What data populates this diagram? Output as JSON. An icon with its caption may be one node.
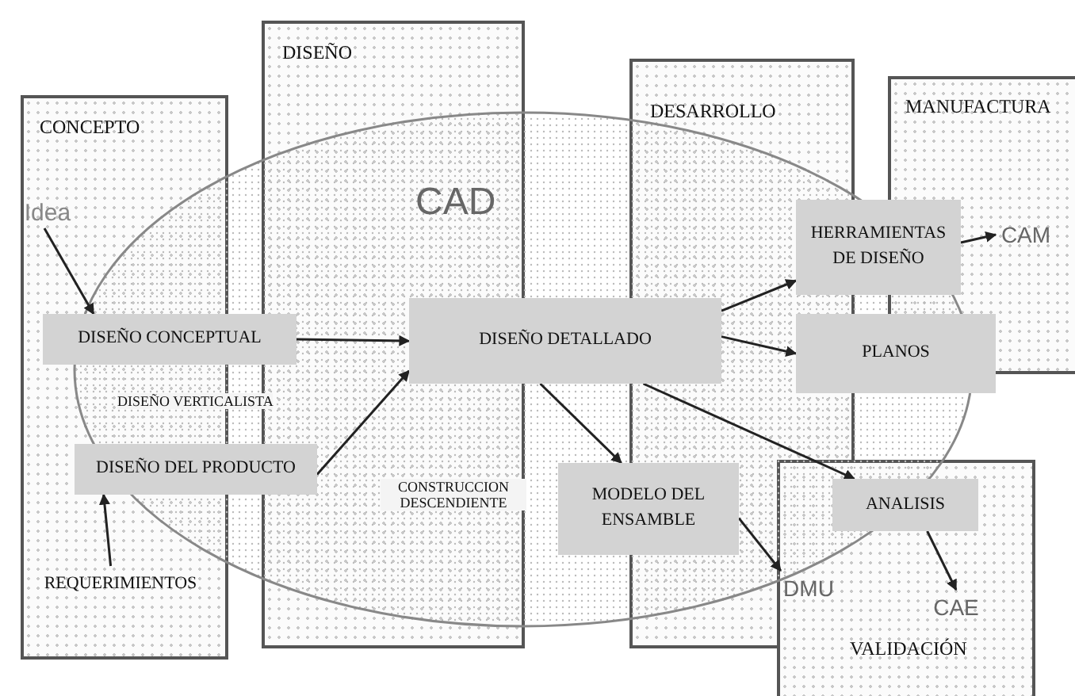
{
  "diagram": {
    "nodes": [
      {
        "text": [
          "Idea"
        ]
      },
      {
        "text": [
          "DISEÑO CONCEPTUAL"
        ]
      },
      {
        "text": [
          "DISEÑO DETALLADO"
        ]
      },
      {
        "text": [
          "DISEÑO DEL PRODUCTO"
        ]
      },
      {
        "text": [
          "REQUERIMIENTOS"
        ]
      },
      {
        "text": [
          "HERRAMIENTAS DE DISEÑO"
        ]
      },
      {
        "text": [
          "CAM"
        ]
      },
      {
        "text": [
          "PLANOS"
        ]
      },
      {
        "text": [
          "MODELO DEL ENSAMBLE"
        ]
      },
      {
        "text": [
          "DMU"
        ]
      },
      {
        "text": [
          "ANALISIS"
        ]
      },
      {
        "text": [
          "CAE"
        ]
      }
    ],
    "edges": [
      {
        "from": 0,
        "to": 1,
        "arrow": "to"
      },
      {
        "from": 4,
        "to": 3,
        "arrow": "to"
      },
      {
        "from": 1,
        "to": 2,
        "arrow": "to"
      },
      {
        "from": 3,
        "to": 2,
        "arrow": "to"
      },
      {
        "from": 2,
        "to": 5,
        "arrow": "to"
      },
      {
        "from": 2,
        "to": 7,
        "arrow": "to"
      },
      {
        "from": 2,
        "to": 8,
        "arrow": "to"
      },
      {
        "from": 2,
        "to": 10,
        "arrow": "to"
      },
      {
        "from": 5,
        "to": 6,
        "arrow": "to"
      },
      {
        "from": 8,
        "to": 9,
        "arrow": "to"
      },
      {
        "from": 10,
        "to": 11,
        "arrow": "to"
      }
    ],
    "labels": [
      "DISEÑO",
      "DESARROLLO",
      "MANUFACTURA",
      "CONCEPTO",
      "CAD",
      "DISEÑO VERTICALISTA",
      "CONSTRUCCION DESCENDIENTE",
      "VALIDACIÓN"
    ]
  }
}
